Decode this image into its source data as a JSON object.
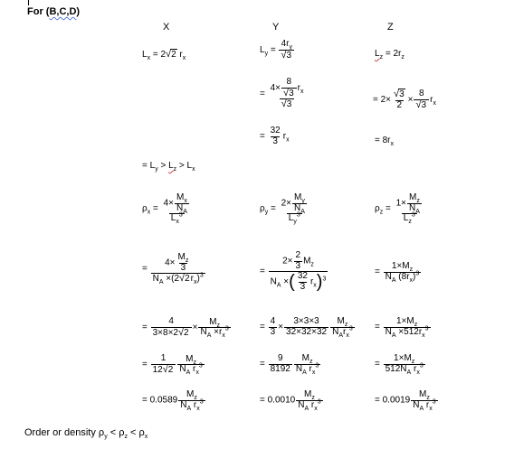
{
  "heading": {
    "prefix": "For (",
    "letters": "B,C,D",
    "suffix": ")"
  },
  "columns": {
    "x": "X",
    "y": "Y",
    "z": "Z"
  },
  "lengths": {
    "lx": "Lx = 2√2 rx",
    "ly": "Ly = 4ry / √3",
    "lz": "Lz = 2rz",
    "ly_step1": "= (4 × (8/√3) rx) / √3",
    "lz_step1": "= 2 × (√3/2) × (8/√3) rx",
    "ly_step2": "= (32/3) rx",
    "lz_step2": "= 8rx",
    "order": "= Ly > Lz > Lx"
  },
  "densities": {
    "px_def": "ρx = (4 × Mx/NA) / Lx³",
    "py_def": "ρy = (2 × My/NA) / Ly³",
    "pz_def": "ρz = (1 × Mz/NA) / Lz³",
    "px_step1": "= 4 × (Mz/3) / (NA × (2√2rx)³)",
    "py_step1": "= 2 × (2/3) Mz / (NA × ((32/3) rx)³)",
    "pz_step1": "= 1×Mz / (NA (8rx)³)",
    "px_step2": "= 4/(3×8×2√2) × Mz/(NA × rx³)",
    "py_step2": "= 4/3 × (3×3×3)/(32×32×32) × Mz/(NA rx³)",
    "pz_step2": "= 1×Mz / (NA × 512rx³)",
    "px_step3": "= 1/(12√2) × Mz/(NA rx³)",
    "py_step3": "= 9/8192 × Mz/(NA rx³)",
    "pz_step3": "= 1×Mz / (512NA rx³)",
    "px_coef": "= 0.0589",
    "py_coef": "= 0.0010",
    "pz_coef": "= 0.0019"
  },
  "conclusion": "Order or density ρy < ρz < ρx"
}
